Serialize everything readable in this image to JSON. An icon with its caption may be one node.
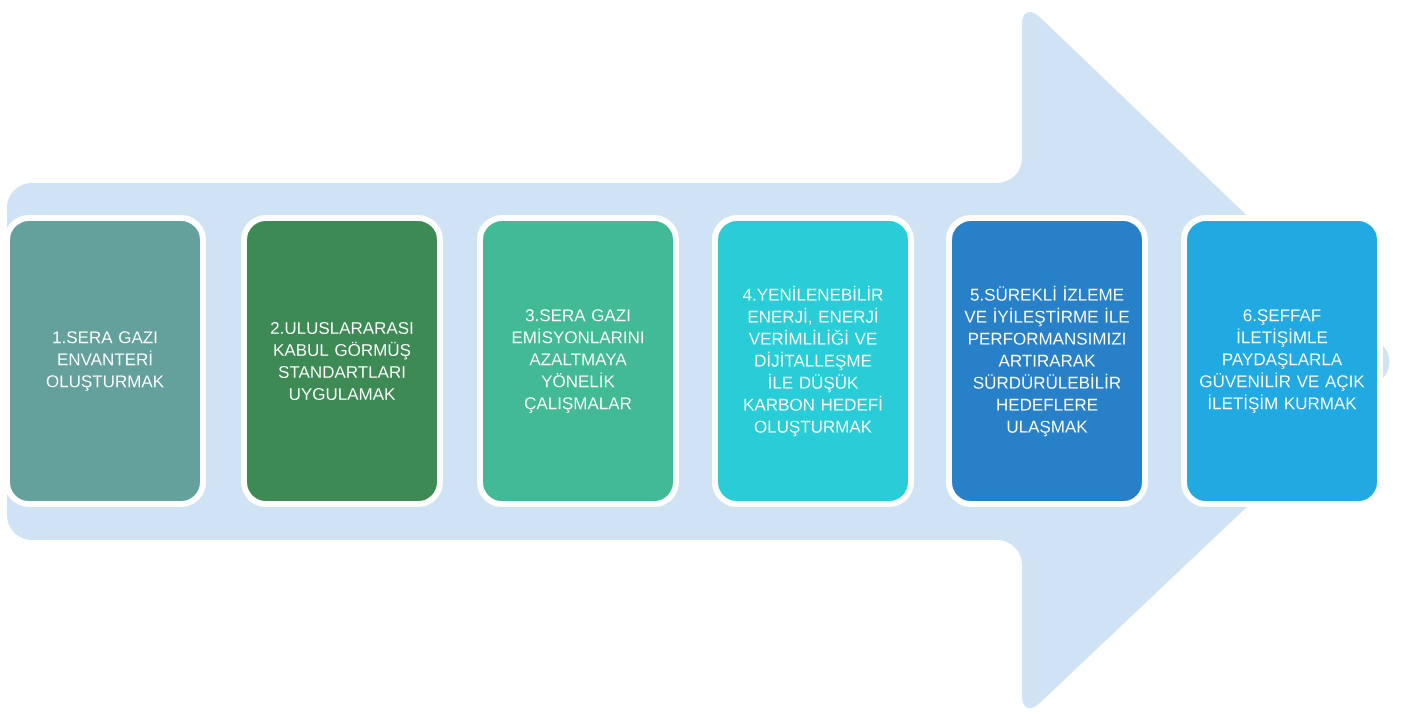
{
  "diagram": {
    "nodes": [
      {
        "text": [
          "1.SERA GAZI ENVANTERİ OLUŞTURMAK"
        ]
      },
      {
        "text": [
          "2.ULUSLARARASI KABUL GÖRMÜŞ STANDARTLARI UYGULAMAK"
        ]
      },
      {
        "text": [
          "3.SERA GAZI EMİSYONLARINI AZALTMAYA YÖNELİK ÇALIŞMALAR"
        ]
      },
      {
        "text": [
          "4.YENİLENEBİLİR ENERJİ, ENERJİ VERİMLİLİĞİ VE DİJİTALLEŞME İLE DÜŞÜK KARBON HEDEFİ OLUŞTURMAK"
        ]
      },
      {
        "text": [
          "5.SÜREKLİ İZLEME VE İYİLEŞTİRME İLE PERFORMANSIMIZI ARTIRARAK SÜRDÜRÜLEBİLİR HEDEFLERE ULAŞMAK"
        ]
      },
      {
        "text": [
          "6.ŞEFFAF İLETİŞİMLE PAYDAŞLARLA GÜVENİLİR VE AÇIK İLETİŞİM KURMAK"
        ]
      }
    ],
    "edges": [
      {
        "from": 0,
        "to": 5,
        "arrow": "to"
      }
    ]
  }
}
